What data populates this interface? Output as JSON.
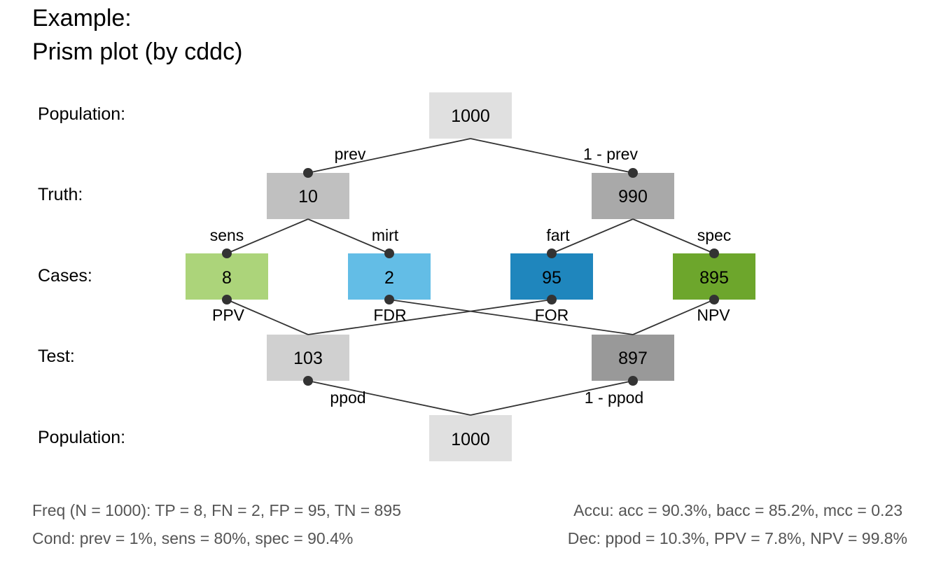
{
  "title": [
    "Example:",
    "Prism plot (by cddc)"
  ],
  "row_labels": {
    "population_top": "Population:",
    "truth": "Truth:",
    "cases": "Cases:",
    "test": "Test:",
    "population_bottom": "Population:"
  },
  "boxes": {
    "pop_top": {
      "value": "1000",
      "color": "#e0e0e0"
    },
    "true_cond": {
      "value": "10",
      "color": "#c0c0c0"
    },
    "false_cond": {
      "value": "990",
      "color": "#a9a9a9"
    },
    "tp": {
      "value": "8",
      "color": "#acd47a"
    },
    "fn": {
      "value": "2",
      "color": "#63bde6"
    },
    "fp": {
      "value": "95",
      "color": "#1f86bd"
    },
    "tn": {
      "value": "895",
      "color": "#6da62c"
    },
    "dec_pos": {
      "value": "103",
      "color": "#d0d0d0"
    },
    "dec_neg": {
      "value": "897",
      "color": "#999999"
    },
    "pop_bottom": {
      "value": "1000",
      "color": "#e0e0e0"
    }
  },
  "edge_labels": {
    "prev": "prev",
    "one_minus_prev": "1 - prev",
    "sens": "sens",
    "mirt": "mirt",
    "fart": "fart",
    "spec": "spec",
    "ppv": "PPV",
    "fdr": "FDR",
    "for": "FOR",
    "npv": "NPV",
    "ppod": "ppod",
    "one_minus_ppod": "1 - ppod"
  },
  "footer": {
    "freq": "Freq (N = 1000):  TP = 8, FN = 2, FP = 95, TN = 895",
    "cond": "Cond:  prev = 1%, sens = 80%, spec = 90.4%",
    "accu": "Accu:  acc = 90.3%, bacc = 85.2%, mcc = 0.23",
    "dec": "Dec:  ppod = 10.3%, PPV = 7.8%, NPV = 99.8%"
  }
}
